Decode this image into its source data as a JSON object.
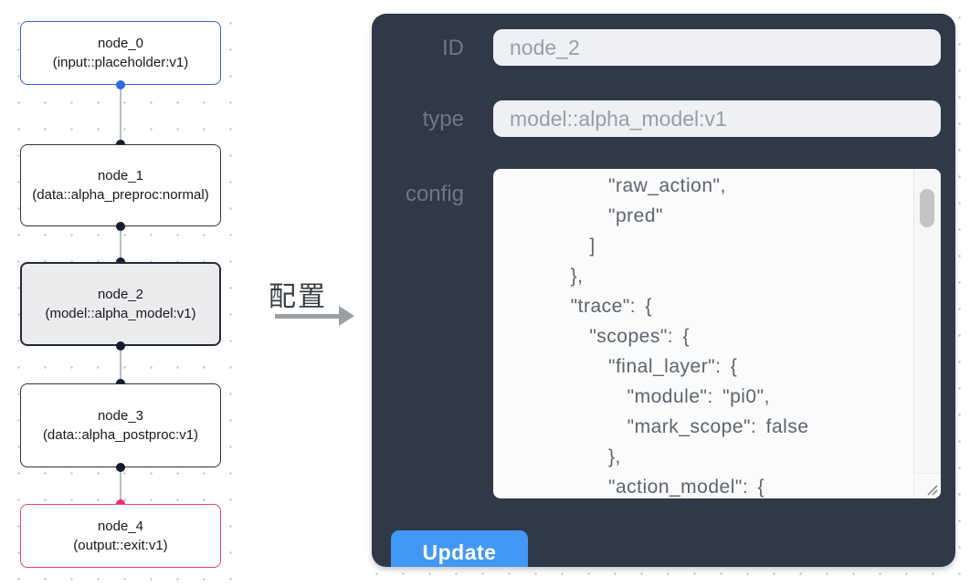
{
  "graph": {
    "nodes": [
      {
        "id": "node_0",
        "title": "node_0",
        "subtitle": "(input::placeholder:v1)",
        "variant": "input"
      },
      {
        "id": "node_1",
        "title": "node_1",
        "subtitle": "(data::alpha_preproc:normal)",
        "variant": "default"
      },
      {
        "id": "node_2",
        "title": "node_2",
        "subtitle": "(model::alpha_model:v1)",
        "variant": "selected"
      },
      {
        "id": "node_3",
        "title": "node_3",
        "subtitle": "(data::alpha_postproc:v1)",
        "variant": "default"
      },
      {
        "id": "node_4",
        "title": "node_4",
        "subtitle": "(output::exit:v1)",
        "variant": "output"
      }
    ],
    "colors": {
      "input_node_border": "#3565cd",
      "output_node_border": "#e8427b",
      "selected_node_background": "#ececee",
      "default_node_border": "#2e3440",
      "source_handle_blue": "#2b6be8",
      "target_handle_pink": "#f12d71",
      "handle_dark": "#151c2c",
      "edge_line": "#b9bdc4",
      "canvas_dot": "#c6c9ce"
    }
  },
  "annotation": {
    "label": "配置",
    "arrow_direction": "right",
    "arrow_color": "#9b9fa4"
  },
  "panel": {
    "background_color": "#2f3947",
    "id_label": "ID",
    "id_value": "node_2",
    "type_label": "type",
    "type_value": "model::alpha_model:v1",
    "config_label": "config",
    "config_value": "      \"raw_action\",\n      \"pred\"\n    ]\n  },\n  \"trace\": {\n    \"scopes\": {\n      \"final_layer\": {\n        \"module\": \"pi0\",\n        \"mark_scope\": false\n      },\n      \"action_model\": {",
    "update_label": "Update",
    "update_button_color": "#4398f7"
  }
}
